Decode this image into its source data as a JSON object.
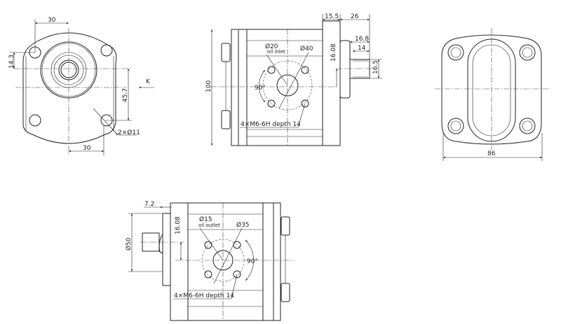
{
  "drawing": {
    "front_view": {
      "dim_top": "30",
      "dim_left": "14.3",
      "dim_right": "45.7",
      "view_label": "K",
      "holes": "2×Ø11",
      "dim_bottom": "30"
    },
    "inlet_view": {
      "dim_flange": "15.5",
      "dim_shaft": "26",
      "dim_thread_outer": "16.8",
      "dim_thread": "14",
      "dim_thread_dia": "16.5",
      "dim_height": "100",
      "dim_offset": "16.08",
      "port_dia": "Ø20",
      "port_label": "oil inlet",
      "bolt_circle": "Ø40",
      "angle": "90°",
      "threads": "4×M6-6H depth 14"
    },
    "rear_view": {
      "dim_width": "86"
    },
    "outlet_view": {
      "dim_flange": "7.2",
      "dim_pilot": "Ø50",
      "dim_offset": "16.08",
      "port_dia": "Ø15",
      "port_label": "oil outlet",
      "bolt_circle": "Ø35",
      "angle": "90°",
      "threads": "4×M6-6H depth 14"
    }
  }
}
